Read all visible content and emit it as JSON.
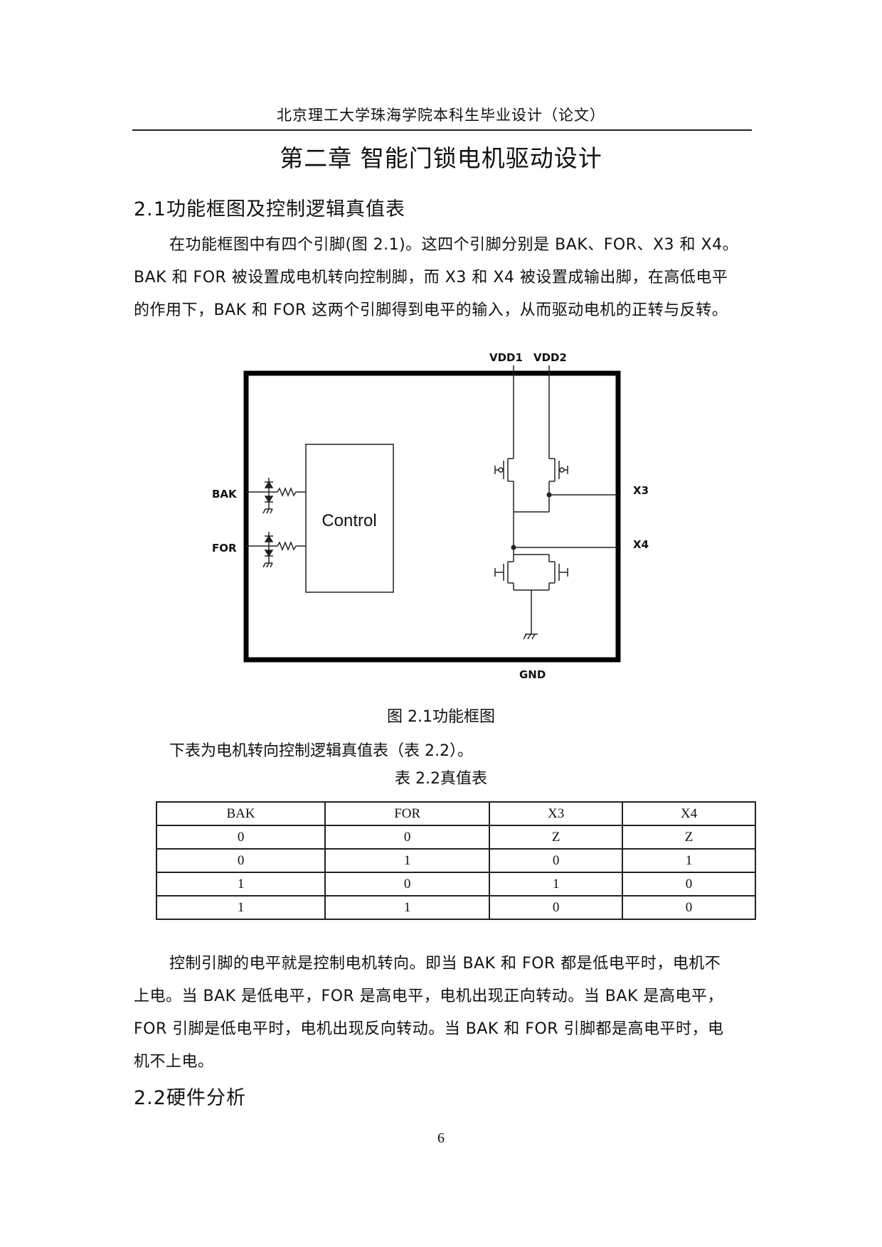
{
  "header": {
    "title": "北京理工大学珠海学院本科生毕业设计（论文）"
  },
  "chapter": {
    "title": "第二章  智能门锁电机驱动设计"
  },
  "section1": {
    "heading": "2.1功能框图及控制逻辑真值表",
    "para1": [
      "在功能框图中有四个引脚(图 2.1)。这四个引脚分别是 BAK、FOR、X3 和 X4。",
      "BAK 和 FOR 被设置成电机转向控制脚，而 X3 和 X4 被设置成输出脚，在高低电平",
      "的作用下，BAK 和 FOR 这两个引脚得到电平的输入，从而驱动电机的正转与反转。"
    ],
    "figure": {
      "labels": {
        "vdd1": "VDD1",
        "vdd2": "VDD2",
        "bak": "BAK",
        "for": "FOR",
        "x3": "X3",
        "x4": "X4",
        "gnd": "GND",
        "control": "Control"
      },
      "caption": "图 2.1功能框图"
    },
    "table_intro": "下表为电机转向控制逻辑真值表（表 2.2）。",
    "table_caption": "表 2.2真值表",
    "table": {
      "headers": [
        "BAK",
        "FOR",
        "X3",
        "X4"
      ],
      "rows": [
        [
          "0",
          "0",
          "Z",
          "Z"
        ],
        [
          "0",
          "1",
          "0",
          "1"
        ],
        [
          "1",
          "0",
          "1",
          "0"
        ],
        [
          "1",
          "1",
          "0",
          "0"
        ]
      ]
    },
    "para2": [
      "控制引脚的电平就是控制电机转向。即当 BAK 和 FOR 都是低电平时，电机不",
      "上电。当 BAK  是低电平，FOR  是高电平，电机出现正向转动。当 BAK  是高电平，",
      "FOR 引脚是低电平时，电机出现反向转动。当 BAK 和 FOR 引脚都是高电平时，电",
      "机不上电。"
    ]
  },
  "section2": {
    "heading": "2.2硬件分析"
  },
  "page_number": "6"
}
